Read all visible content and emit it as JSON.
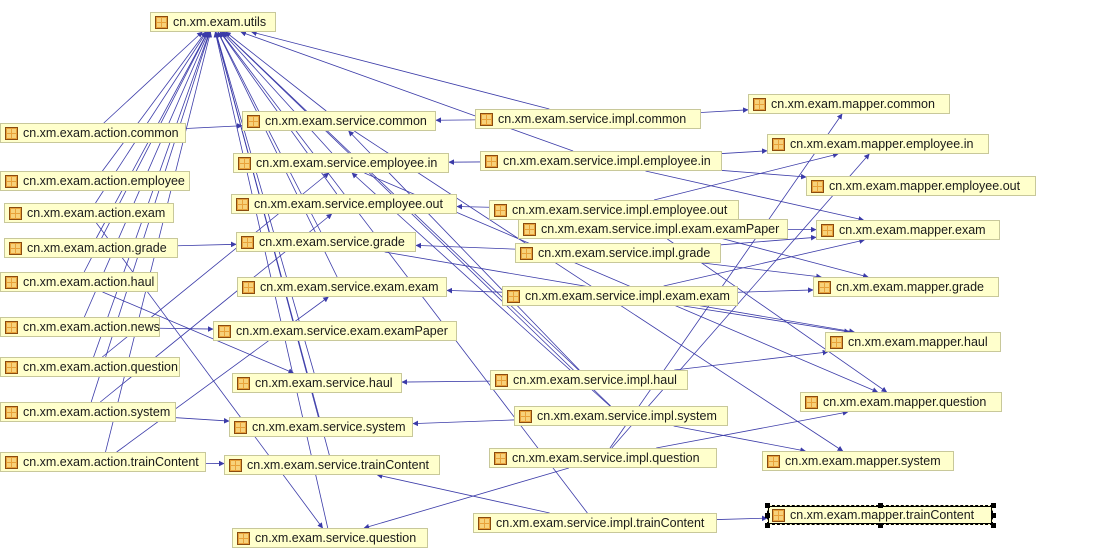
{
  "diagram": {
    "nodes": [
      {
        "id": "utils",
        "label": "cn.xm.exam.utils"
      },
      {
        "id": "a_common",
        "label": "cn.xm.exam.action.common"
      },
      {
        "id": "a_employee",
        "label": "cn.xm.exam.action.employee"
      },
      {
        "id": "a_exam",
        "label": "cn.xm.exam.action.exam"
      },
      {
        "id": "a_grade",
        "label": "cn.xm.exam.action.grade"
      },
      {
        "id": "a_haul",
        "label": "cn.xm.exam.action.haul"
      },
      {
        "id": "a_news",
        "label": "cn.xm.exam.action.news"
      },
      {
        "id": "a_question",
        "label": "cn.xm.exam.action.question"
      },
      {
        "id": "a_system",
        "label": "cn.xm.exam.action.system"
      },
      {
        "id": "a_train",
        "label": "cn.xm.exam.action.trainContent"
      },
      {
        "id": "s_common",
        "label": "cn.xm.exam.service.common"
      },
      {
        "id": "s_emp_in",
        "label": "cn.xm.exam.service.employee.in"
      },
      {
        "id": "s_emp_out",
        "label": "cn.xm.exam.service.employee.out"
      },
      {
        "id": "s_grade",
        "label": "cn.xm.exam.service.grade"
      },
      {
        "id": "s_exam",
        "label": "cn.xm.exam.service.exam.exam"
      },
      {
        "id": "s_paper",
        "label": "cn.xm.exam.service.exam.examPaper"
      },
      {
        "id": "s_haul",
        "label": "cn.xm.exam.service.haul"
      },
      {
        "id": "s_system",
        "label": "cn.xm.exam.service.system"
      },
      {
        "id": "s_train",
        "label": "cn.xm.exam.service.trainContent"
      },
      {
        "id": "s_question",
        "label": "cn.xm.exam.service.question"
      },
      {
        "id": "i_common",
        "label": "cn.xm.exam.service.impl.common"
      },
      {
        "id": "i_emp_in",
        "label": "cn.xm.exam.service.impl.employee.in"
      },
      {
        "id": "i_emp_out",
        "label": "cn.xm.exam.service.impl.employee.out"
      },
      {
        "id": "i_paper",
        "label": "cn.xm.exam.service.impl.exam.examPaper"
      },
      {
        "id": "i_grade",
        "label": "cn.xm.exam.service.impl.grade"
      },
      {
        "id": "i_exam",
        "label": "cn.xm.exam.service.impl.exam.exam"
      },
      {
        "id": "i_haul",
        "label": "cn.xm.exam.service.impl.haul"
      },
      {
        "id": "i_system",
        "label": "cn.xm.exam.service.impl.system"
      },
      {
        "id": "i_question",
        "label": "cn.xm.exam.service.impl.question"
      },
      {
        "id": "i_train",
        "label": "cn.xm.exam.service.impl.trainContent"
      },
      {
        "id": "m_common",
        "label": "cn.xm.exam.mapper.common"
      },
      {
        "id": "m_emp_in",
        "label": "cn.xm.exam.mapper.employee.in"
      },
      {
        "id": "m_emp_out",
        "label": "cn.xm.exam.mapper.employee.out"
      },
      {
        "id": "m_exam",
        "label": "cn.xm.exam.mapper.exam"
      },
      {
        "id": "m_grade",
        "label": "cn.xm.exam.mapper.grade"
      },
      {
        "id": "m_haul",
        "label": "cn.xm.exam.mapper.haul"
      },
      {
        "id": "m_question",
        "label": "cn.xm.exam.mapper.question"
      },
      {
        "id": "m_system",
        "label": "cn.xm.exam.mapper.system"
      },
      {
        "id": "m_train",
        "label": "cn.xm.exam.mapper.trainContent",
        "selected": true
      }
    ],
    "edges": [
      [
        "a_common",
        "utils"
      ],
      [
        "a_employee",
        "utils"
      ],
      [
        "a_exam",
        "utils"
      ],
      [
        "a_grade",
        "utils"
      ],
      [
        "a_haul",
        "utils"
      ],
      [
        "a_news",
        "utils"
      ],
      [
        "a_question",
        "utils"
      ],
      [
        "a_system",
        "utils"
      ],
      [
        "a_train",
        "utils"
      ],
      [
        "s_common",
        "utils"
      ],
      [
        "s_emp_in",
        "utils"
      ],
      [
        "s_emp_out",
        "utils"
      ],
      [
        "s_grade",
        "utils"
      ],
      [
        "s_exam",
        "utils"
      ],
      [
        "s_haul",
        "utils"
      ],
      [
        "s_system",
        "utils"
      ],
      [
        "s_train",
        "utils"
      ],
      [
        "s_question",
        "utils"
      ],
      [
        "i_common",
        "utils"
      ],
      [
        "i_emp_in",
        "utils"
      ],
      [
        "i_haul",
        "utils"
      ],
      [
        "i_system",
        "utils"
      ],
      [
        "i_train",
        "utils"
      ],
      [
        "a_common",
        "s_common"
      ],
      [
        "a_grade",
        "s_grade"
      ],
      [
        "a_haul",
        "s_haul"
      ],
      [
        "a_system",
        "s_system"
      ],
      [
        "a_system",
        "s_emp_out"
      ],
      [
        "a_question",
        "s_emp_in"
      ],
      [
        "a_train",
        "s_train"
      ],
      [
        "a_train",
        "s_exam"
      ],
      [
        "a_exam",
        "s_question"
      ],
      [
        "a_news",
        "s_paper"
      ],
      [
        "i_common",
        "s_common"
      ],
      [
        "i_common",
        "m_common"
      ],
      [
        "i_emp_in",
        "s_emp_in"
      ],
      [
        "i_emp_in",
        "m_emp_in"
      ],
      [
        "i_emp_in",
        "m_emp_out"
      ],
      [
        "i_emp_in",
        "m_exam"
      ],
      [
        "i_emp_out",
        "s_emp_out"
      ],
      [
        "i_emp_out",
        "m_emp_in"
      ],
      [
        "i_emp_out",
        "m_grade"
      ],
      [
        "i_paper",
        "m_exam"
      ],
      [
        "i_paper",
        "m_question"
      ],
      [
        "i_grade",
        "s_grade"
      ],
      [
        "i_grade",
        "m_grade"
      ],
      [
        "i_grade",
        "m_exam"
      ],
      [
        "i_exam",
        "s_exam"
      ],
      [
        "i_exam",
        "m_exam"
      ],
      [
        "i_exam",
        "m_grade"
      ],
      [
        "i_exam",
        "m_haul"
      ],
      [
        "i_haul",
        "s_haul"
      ],
      [
        "i_haul",
        "m_haul"
      ],
      [
        "i_haul",
        "s_common"
      ],
      [
        "i_system",
        "s_system"
      ],
      [
        "i_system",
        "m_system"
      ],
      [
        "i_system",
        "s_emp_in"
      ],
      [
        "i_question",
        "s_question"
      ],
      [
        "i_question",
        "m_question"
      ],
      [
        "i_question",
        "m_common"
      ],
      [
        "i_question",
        "m_emp_in"
      ],
      [
        "i_train",
        "s_train"
      ],
      [
        "i_train",
        "m_train"
      ],
      [
        "s_common",
        "m_system"
      ],
      [
        "s_grade",
        "m_haul"
      ],
      [
        "s_emp_in",
        "m_question"
      ]
    ]
  }
}
